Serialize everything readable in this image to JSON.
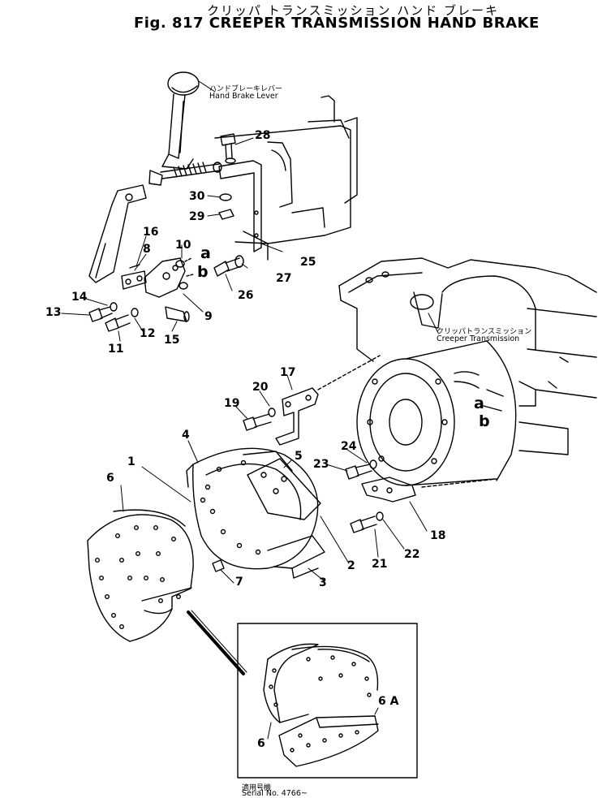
{
  "title": {
    "japanese": "クリッパ トランスミッション ハンド ブレーキ",
    "english": "Fig. 817 CREEPER TRANSMISSION HAND BRAKE"
  },
  "labels": {
    "hand_brake_lever_jp": "ハンドブレーキレバー",
    "hand_brake_lever_en": "Hand Brake Lever",
    "creeper_transmission_jp": "クリッパトランスミッション",
    "creeper_transmission_en": "Creeper Transmission",
    "serial_jp": "適用号機",
    "serial_en": "Serial No. 4766~"
  },
  "part_numbers": [
    "1",
    "2",
    "3",
    "4",
    "5",
    "6",
    "7",
    "8",
    "9",
    "10",
    "11",
    "12",
    "13",
    "14",
    "15",
    "16",
    "17",
    "18",
    "19",
    "20",
    "21",
    "22",
    "23",
    "24",
    "25",
    "26",
    "27",
    "28",
    "29",
    "30",
    "6",
    "6 A"
  ],
  "reference_letters": [
    "a",
    "b",
    "a",
    "b"
  ],
  "colors": {
    "ink": "#000000",
    "paper": "#ffffff"
  }
}
